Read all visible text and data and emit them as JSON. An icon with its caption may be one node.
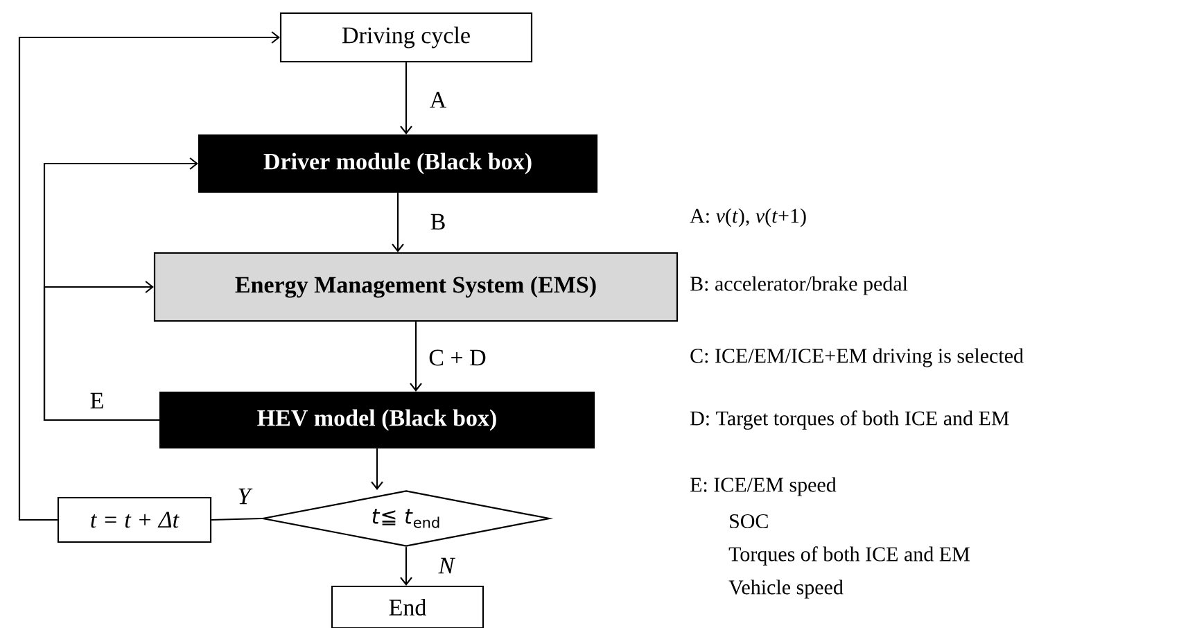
{
  "diagram": {
    "nodes": [
      {
        "text": [
          "Driving cycle"
        ]
      },
      {
        "text": [
          "Driver module (Black box)"
        ]
      },
      {
        "text": [
          "Energy Management System (EMS)"
        ]
      },
      {
        "text": [
          "HEV model (Black box)"
        ]
      },
      {
        "text": [
          "*t*≦ *t*$_{end}$"
        ]
      },
      {
        "text": [
          "t = t + Δt"
        ]
      },
      {
        "text": [
          "End"
        ]
      }
    ],
    "edges": [
      {
        "from": 0,
        "to": 1,
        "arrow": "to",
        "label": "A"
      },
      {
        "from": 1,
        "to": 2,
        "arrow": "to",
        "label": "B"
      },
      {
        "from": 2,
        "to": 3,
        "arrow": "to",
        "label": "C + D"
      },
      {
        "from": 3,
        "to": 4,
        "arrow": "to"
      },
      {
        "from": 4,
        "to": 6,
        "arrow": "to",
        "label": "N"
      },
      {
        "from": 4,
        "to": 5,
        "arrow": "none",
        "label": "Y"
      },
      {
        "from": 5,
        "to": 0,
        "arrow": "to"
      },
      {
        "from": 3,
        "to": 1,
        "arrow": "to",
        "label": "E"
      },
      {
        "from": 3,
        "to": 2,
        "arrow": "to"
      }
    ],
    "labels": [
      "A: *v*(*t*), *v*(*t*+1)",
      "B: accelerator/brake pedal",
      "C: ICE/EM/ICE+EM driving is selected",
      "D: Target torques of both ICE and EM",
      "E: ICE/EM speed",
      "SOC",
      "Torques of both ICE and EM",
      "Vehicle speed"
    ]
  }
}
